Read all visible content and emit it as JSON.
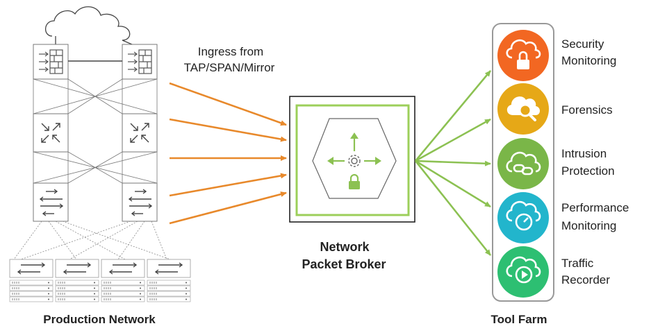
{
  "colors": {
    "ingress": "#e8892b",
    "egress": "#8cc152",
    "broker_border": "#9ccf5a",
    "device_stroke": "#777777",
    "tool_security": "#f26722",
    "tool_forensics": "#e6a817",
    "tool_intrusion": "#7ab648",
    "tool_performance": "#22b5cc",
    "tool_traffic": "#2dbf72"
  },
  "labels": {
    "ingress_line1": "Ingress from",
    "ingress_line2": "TAP/SPAN/Mirror",
    "broker_line1": "Network",
    "broker_line2": "Packet Broker",
    "production": "Production Network",
    "tool_farm": "Tool Farm"
  },
  "tools": [
    {
      "line1": "Security",
      "line2": "Monitoring",
      "icon": "cloud-lock-icon"
    },
    {
      "line1": "Forensics",
      "line2": "",
      "icon": "cloud-search-icon"
    },
    {
      "line1": "Intrusion",
      "line2": "Protection",
      "icon": "cloud-link-icon"
    },
    {
      "line1": "Performance",
      "line2": "Monitoring",
      "icon": "cloud-gauge-icon"
    },
    {
      "line1": "Traffic",
      "line2": "Recorder",
      "icon": "cloud-play-icon"
    }
  ]
}
